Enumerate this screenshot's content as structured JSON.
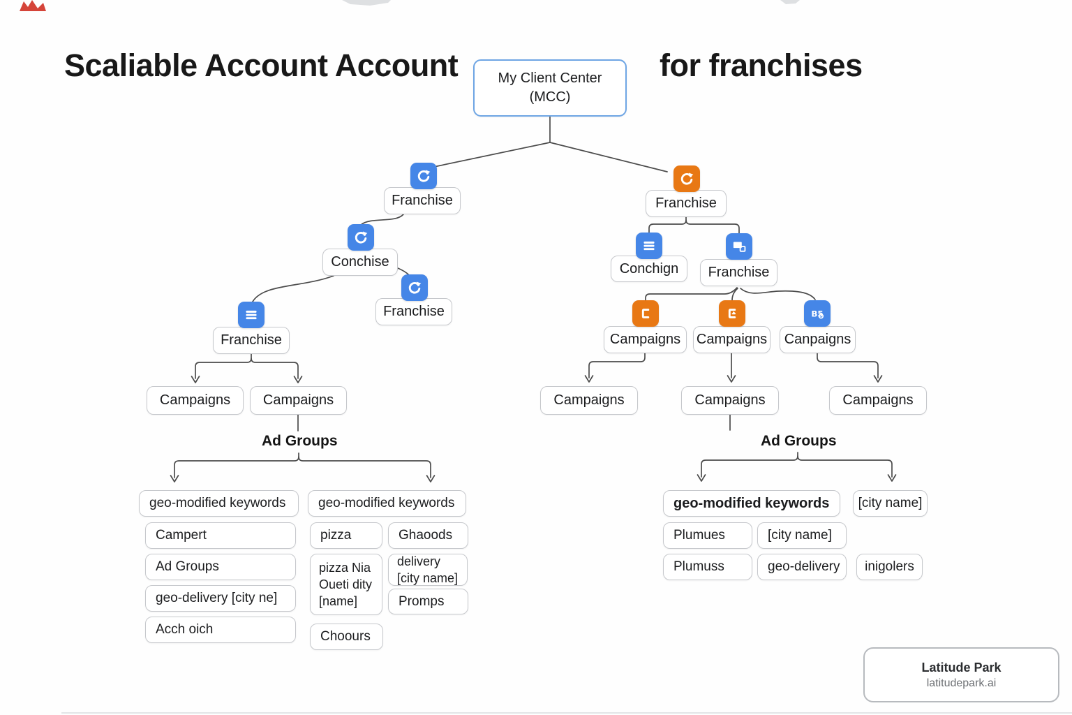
{
  "title": {
    "left": "Scaliable Account Account",
    "right": "for franchises"
  },
  "root": {
    "line1": "My Client Center",
    "line2": "(MCC)"
  },
  "colors": {
    "blue_icon": "#4586E7",
    "orange_icon": "#E87814",
    "root_border": "#6EA5E4",
    "line": "#4B4B4B"
  },
  "icons": {
    "refresh": "refresh-icon",
    "menu": "menu-icon",
    "windows": "overlapping-windows-icon",
    "bracket": "bracket-c-icon",
    "bracket_arrow": "bracket-c-arrow-icon",
    "badge": "b5-badge-icon"
  },
  "left_tree": {
    "franchise_top": "Franchise",
    "conchise": "Conchise",
    "franchise_mid": "Franchise",
    "franchise_low": "Franchise",
    "campaigns_1": "Campaigns",
    "campaigns_2": "Campaigns",
    "ad_groups": "Ad Groups",
    "kw_group_a": {
      "header": "geo-modified keywords",
      "items": [
        "Campert",
        "Ad Groups",
        "geo-delivery [city ne]",
        "Acch oich"
      ]
    },
    "kw_group_b": {
      "header": "geo-modified keywords",
      "pizza": "pizza",
      "ghaoods": "Ghaoods",
      "tall_lines": [
        "pizza Nia",
        "Oueti dity",
        "[name]"
      ],
      "delivery_lines": [
        "delivery",
        "[city name]"
      ],
      "promps": "Promps",
      "choours": "Choours"
    }
  },
  "right_tree": {
    "franchise_top": "Franchise",
    "conchign": "Conchign",
    "franchise_mid": "Franchise",
    "campaigns_l1": [
      "Campaigns",
      "Campaigns",
      "Canpaigns"
    ],
    "campaigns_l2": [
      "Campaigns",
      "Campaigns",
      "Campaigns"
    ],
    "ad_groups": "Ad Groups",
    "keywords": {
      "header": "geo-modified keywords",
      "city_top": "[city name]",
      "row2": [
        "Plumues",
        "[city name]"
      ],
      "row3": [
        "Plumuss",
        "geo-delivery",
        "inigolers"
      ]
    }
  },
  "footer": {
    "brand": "Latitude Park",
    "site": "latitudepark.ai"
  }
}
